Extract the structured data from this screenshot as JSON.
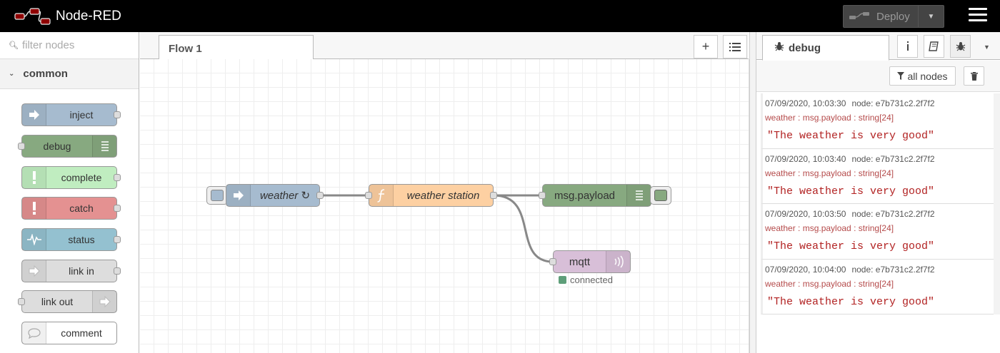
{
  "app": {
    "title": "Node-RED"
  },
  "header": {
    "deploy_label": "Deploy"
  },
  "palette": {
    "search_placeholder": "filter nodes",
    "category": "common",
    "nodes": [
      {
        "label": "inject",
        "color": "#a6bbcf",
        "icon": "arrow-in-icon"
      },
      {
        "label": "debug",
        "color": "#87a980",
        "icon": "list-icon"
      },
      {
        "label": "complete",
        "color": "#c0edc0",
        "icon": "exclamation-icon"
      },
      {
        "label": "catch",
        "color": "#e49191",
        "icon": "exclamation-icon"
      },
      {
        "label": "status",
        "color": "#94c1d0",
        "icon": "heartbeat-icon"
      },
      {
        "label": "link in",
        "color": "#dddddd",
        "icon": "link-in-icon"
      },
      {
        "label": "link out",
        "color": "#dddddd",
        "icon": "link-out-icon"
      },
      {
        "label": "comment",
        "color": "#ffffff",
        "icon": "speech-bubble-icon"
      }
    ]
  },
  "workspace": {
    "tab": "Flow 1",
    "nodes": {
      "inject": {
        "label": "weather ↻",
        "color": "#a6bbcf"
      },
      "function": {
        "label": "weather station",
        "color": "#fdd0a2"
      },
      "debug": {
        "label": "msg.payload",
        "color": "#87a980"
      },
      "mqtt": {
        "label": "mqtt",
        "color": "#d8bfd8",
        "status": "connected"
      }
    }
  },
  "sidebar": {
    "tab": "debug",
    "filter_label": "all nodes",
    "messages": [
      {
        "time": "07/09/2020, 10:03:30",
        "node": "node: e7b731c2.2f7f2",
        "path": "weather : msg.payload : string[24]",
        "value": "\"The weather is very good\""
      },
      {
        "time": "07/09/2020, 10:03:40",
        "node": "node: e7b731c2.2f7f2",
        "path": "weather : msg.payload : string[24]",
        "value": "\"The weather is very good\""
      },
      {
        "time": "07/09/2020, 10:03:50",
        "node": "node: e7b731c2.2f7f2",
        "path": "weather : msg.payload : string[24]",
        "value": "\"The weather is very good\""
      },
      {
        "time": "07/09/2020, 10:04:00",
        "node": "node: e7b731c2.2f7f2",
        "path": "weather : msg.payload : string[24]",
        "value": "\"The weather is very good\""
      }
    ]
  }
}
